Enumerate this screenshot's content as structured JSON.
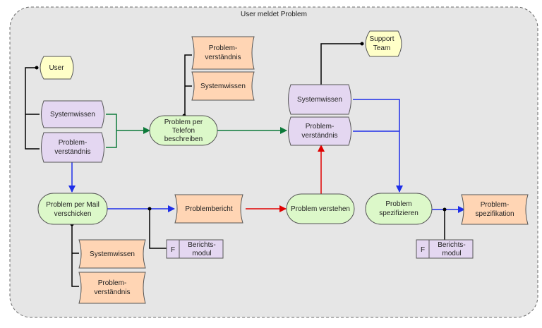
{
  "container": {
    "title": "User meldet Problem"
  },
  "nodes": {
    "user": {
      "label": [
        "User"
      ]
    },
    "support_team": {
      "label": [
        "Support",
        "Team"
      ]
    },
    "systemwissen_left": {
      "label": [
        "Systemwissen"
      ]
    },
    "problemverstaendnis_left": {
      "label": [
        "Problem-",
        "verständnis"
      ]
    },
    "problemverstaendnis_top": {
      "label": [
        "Problem-",
        "verständnis"
      ]
    },
    "systemwissen_top": {
      "label": [
        "Systemwissen"
      ]
    },
    "telefon": {
      "label": [
        "Problem per",
        "Telefon",
        "beschreiben"
      ]
    },
    "systemwissen_right": {
      "label": [
        "Systemwissen"
      ]
    },
    "problemverstaendnis_right": {
      "label": [
        "Problem-",
        "verständnis"
      ]
    },
    "mail": {
      "label": [
        "Problem per Mail",
        "verschicken"
      ]
    },
    "problembericht": {
      "label": [
        "Problembericht"
      ]
    },
    "verstehen": {
      "label": [
        "Problem verstehen"
      ]
    },
    "spezifizieren": {
      "label": [
        "Problem",
        "spezifizieren"
      ]
    },
    "problemspezifikation": {
      "label": [
        "Problem-",
        "spezifikation"
      ]
    },
    "berichtsmodul_1": {
      "label": [
        "Berichts-",
        "modul"
      ],
      "badge": "F"
    },
    "berichtsmodul_2": {
      "label": [
        "Berichts-",
        "modul"
      ],
      "badge": "F"
    },
    "systemwissen_bottom": {
      "label": [
        "Systemwissen"
      ]
    },
    "problemverstaendnis_bottom": {
      "label": [
        "Problem-",
        "verständnis"
      ]
    }
  },
  "colors": {
    "container_fill": "#e6e6e6",
    "actor_fill": "#ffffc8",
    "info_fill": "#e4d7f1",
    "process_fill": "#dcf8c9",
    "doc_fill": "#ffd5b4",
    "arrow_blue": "#1e2ee8",
    "arrow_green": "#0d7a3a",
    "arrow_red": "#e00000",
    "line_black": "#000000"
  }
}
